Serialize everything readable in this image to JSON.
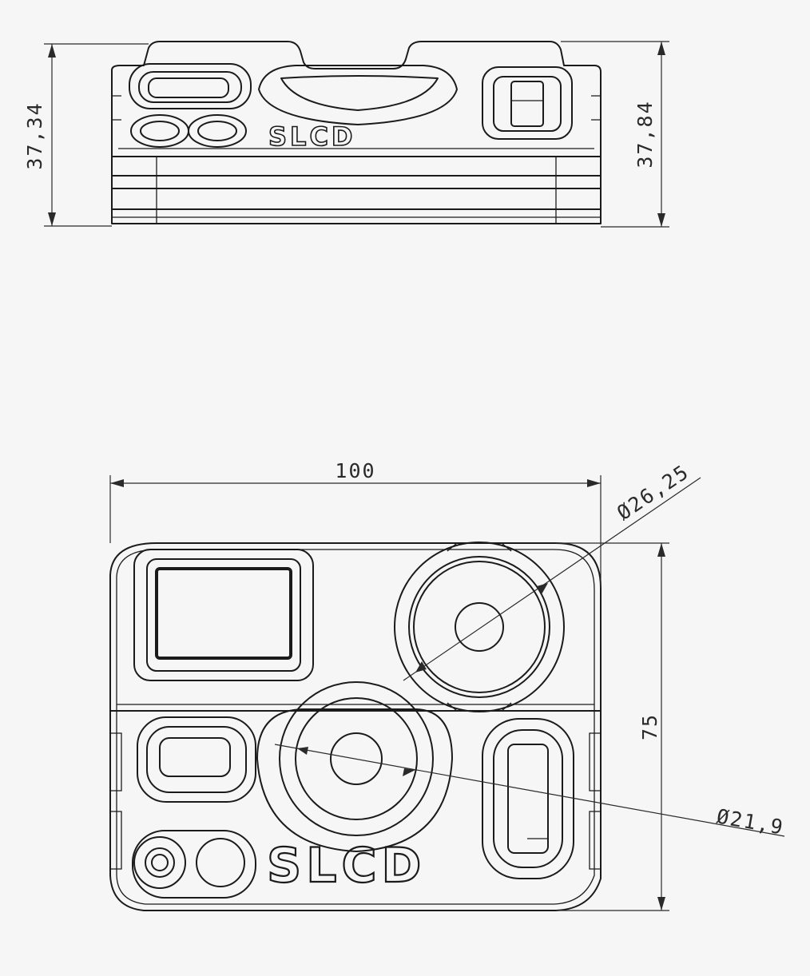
{
  "dimensions": {
    "front_height_left": "37,34",
    "front_height_right": "37,84",
    "top_width": "100",
    "top_depth": "75",
    "diameter_large": "Ø26,25",
    "diameter_small": "Ø21,9"
  },
  "logo_text": "SLCD"
}
